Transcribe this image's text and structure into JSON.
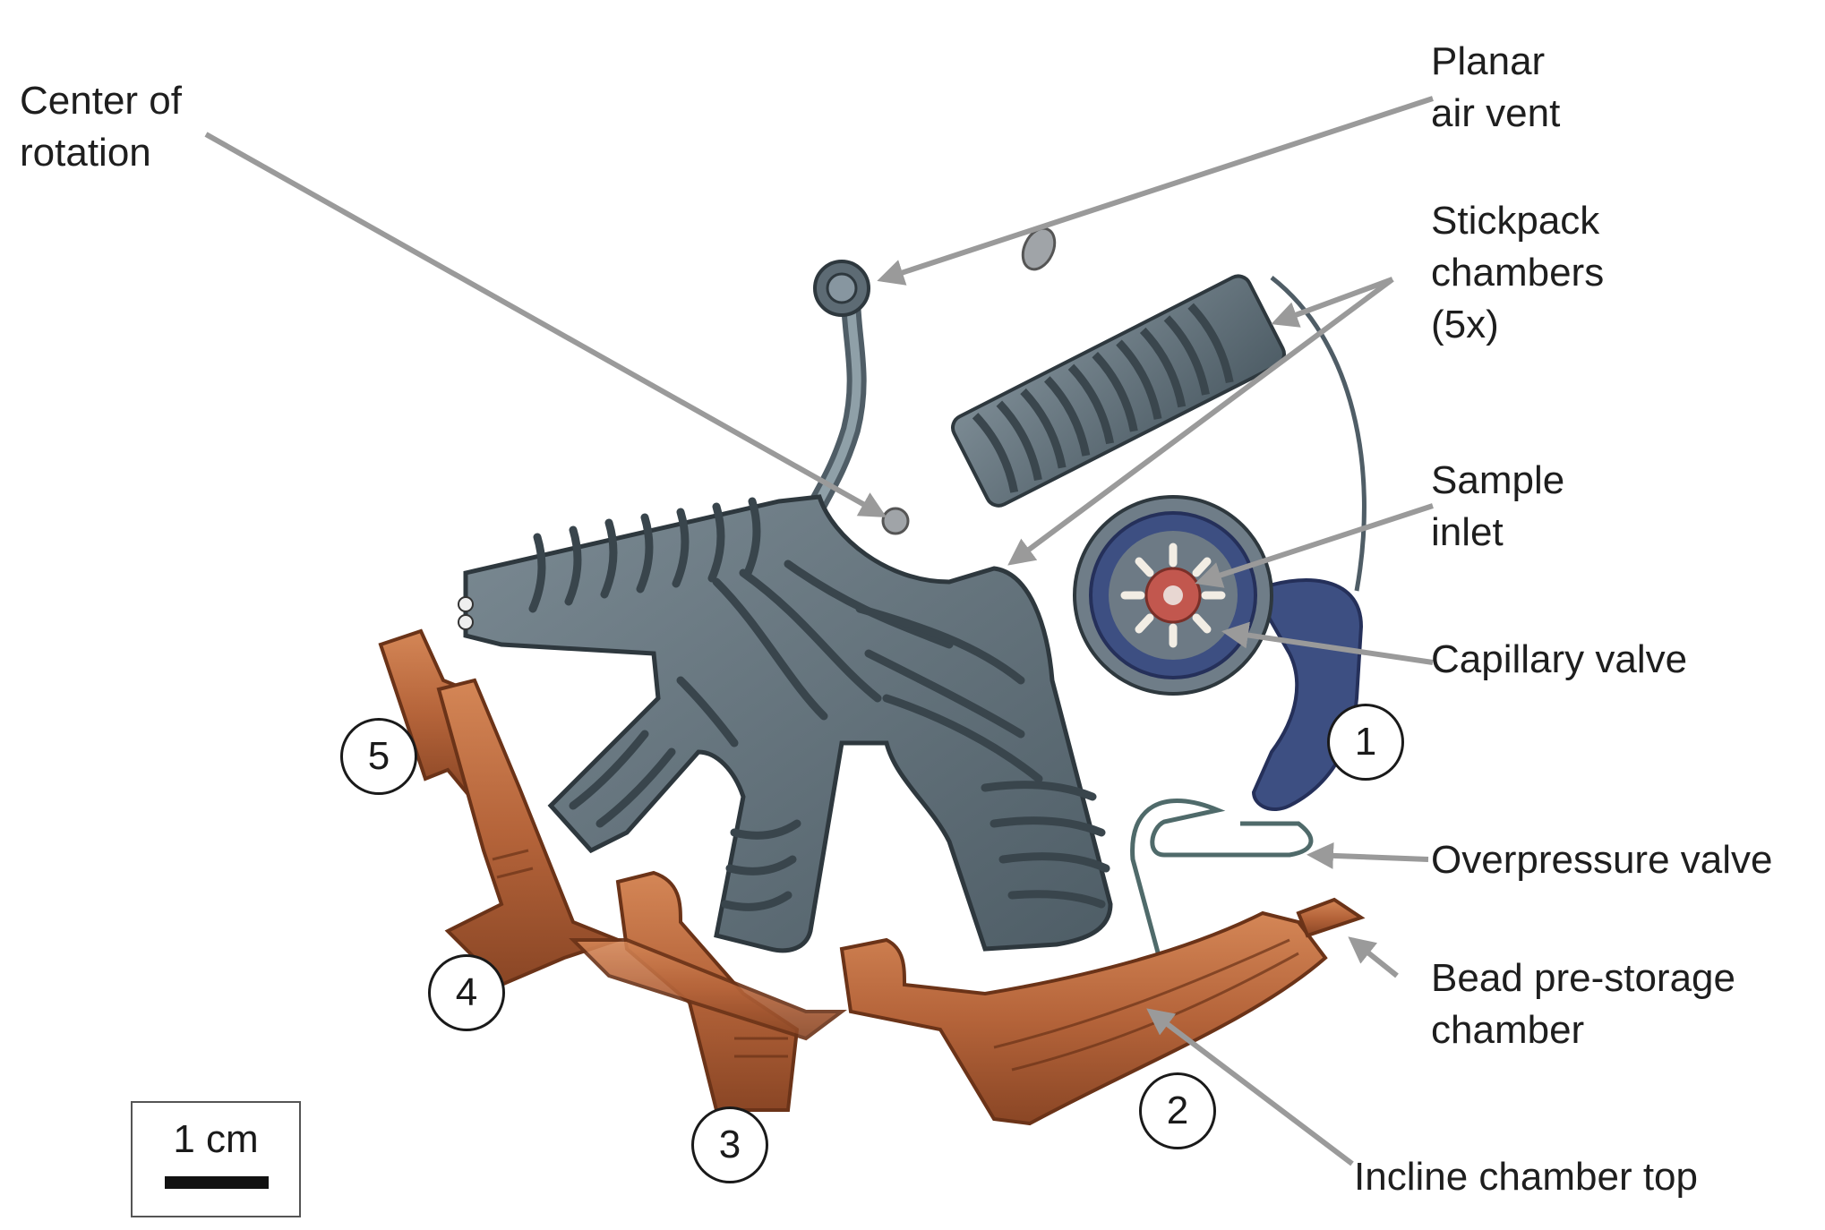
{
  "labels": {
    "center_of_rotation": "Center of\nrotation",
    "planar_air_vent": "Planar\nair vent",
    "stickpack_chambers": "Stickpack\nchambers\n(5x)",
    "sample_inlet": "Sample\ninlet",
    "capillary_valve": "Capillary valve",
    "overpressure_valve": "Overpressure valve",
    "bead_prestorage": "Bead pre-storage\nchamber",
    "incline_chamber_top": "Incline chamber top"
  },
  "numbers": [
    "1",
    "2",
    "3",
    "4",
    "5"
  ],
  "scale_bar": {
    "label": "1 cm"
  },
  "colors": {
    "chamber_body": "#5f6f78",
    "chamber_ridge": "#3e4a52",
    "incline_chamber": "#b5643a",
    "capillary_ring": "#3d4f82",
    "sample_inlet": "#c2574e",
    "arrow": "#9a9a9a"
  }
}
